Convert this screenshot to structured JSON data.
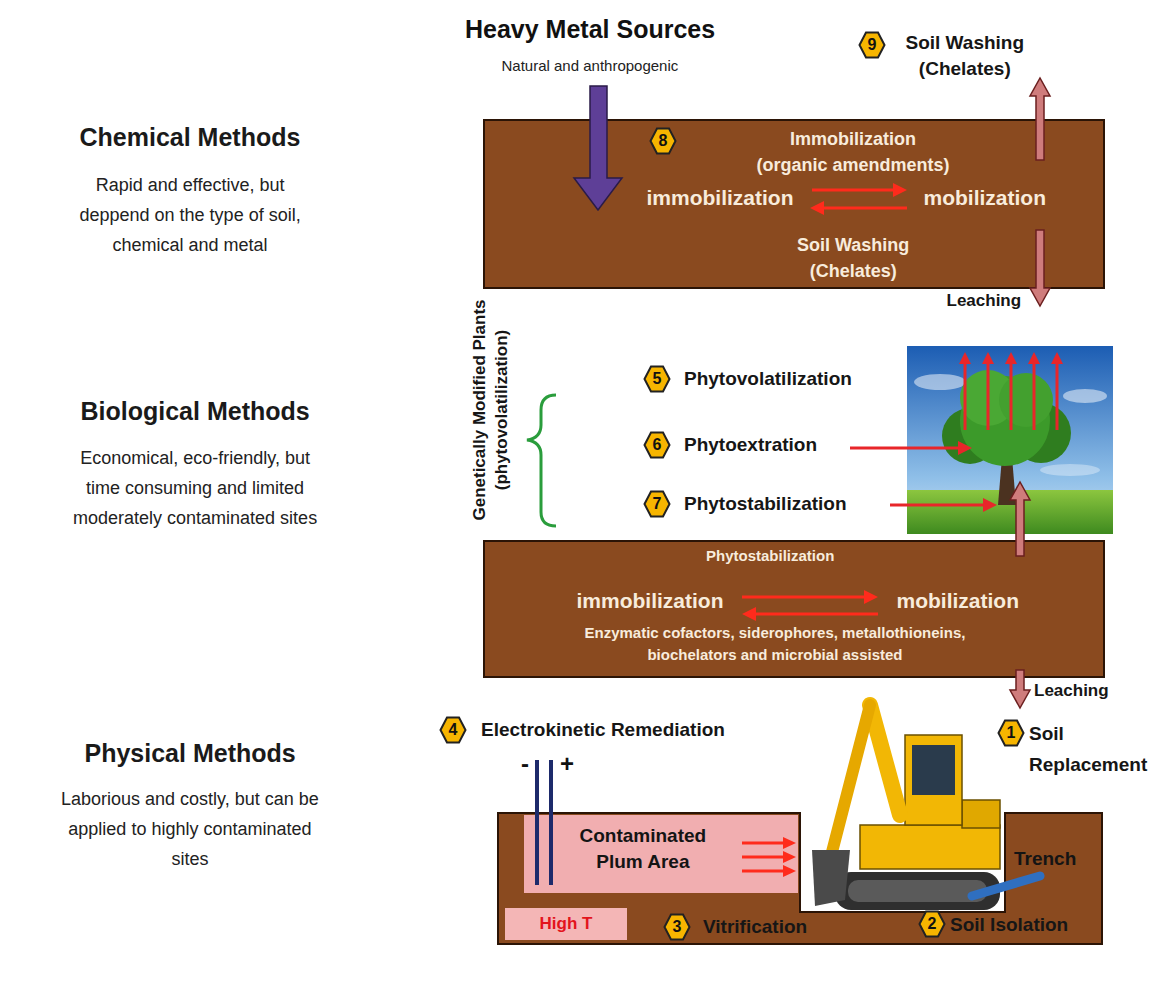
{
  "diagram": {
    "nodes": [
      {
        "text": [
          "Immobilization (organic amendments)",
          "immobilization",
          "mobilization",
          "Soil Washing (Chelates)"
        ]
      },
      {
        "text": [
          "Phytostabilization",
          "immobilization",
          "mobilization",
          "Enzymatic cofactors, siderophores, metallothioneins, biochelators and microbial assisted"
        ]
      },
      {
        "text": [
          "Trench"
        ]
      },
      {
        "text": [
          "Contaminated Plum Area"
        ],
        "in": 2
      },
      {
        "text": [
          "High T"
        ],
        "in": 2
      }
    ],
    "labels": [
      "Heavy Metal Sources",
      "Natural and anthropogenic",
      "9",
      "Soil Washing (Chelates)",
      "Chemical Methods",
      "Rapid and effective, but deppend on the type of soil, chemical and metal",
      "8",
      "Leaching",
      "Genetically Modified Plants (phytovolatilization)",
      "5",
      "Phytovolatilization",
      "Biological Methods",
      "Economical, eco-friendly, but time consuming and limited moderately contaminated sites",
      "6",
      "Phytoextration",
      "7",
      "Phytostabilization",
      "Leaching",
      "4",
      "Electrokinetic Remediation",
      "Physical Methods",
      "Laborious and costly, but can be applied to highly contaminated sites",
      "1",
      "Soil Replacement",
      "-",
      "+",
      "2",
      "Soil Isolation",
      "3",
      "Vitrification"
    ]
  }
}
